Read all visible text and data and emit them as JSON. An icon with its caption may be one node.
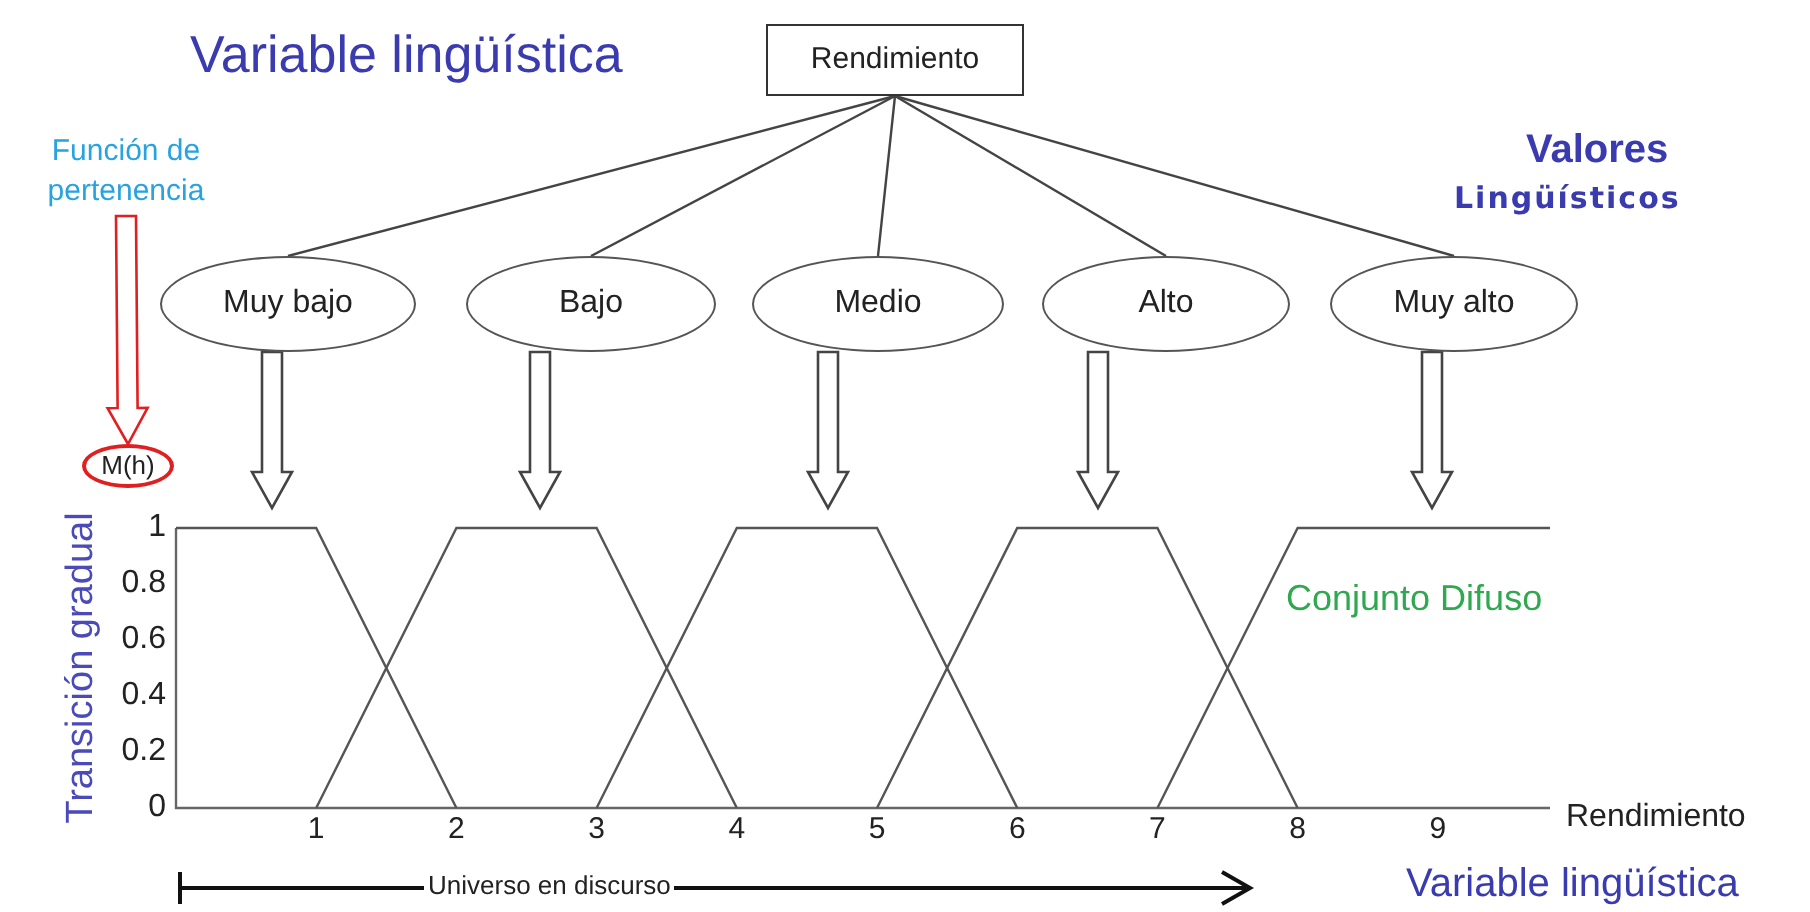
{
  "diagram": {
    "nodes": [
      {
        "text": [
          "Rendimiento"
        ]
      },
      {
        "text": [
          "Muy bajo"
        ]
      },
      {
        "text": [
          "Bajo"
        ]
      },
      {
        "text": [
          "Medio"
        ]
      },
      {
        "text": [
          "Alto"
        ]
      },
      {
        "text": [
          "Muy alto"
        ]
      },
      {
        "text": [
          "Función de pertenencia"
        ]
      },
      {
        "text": [
          "M(h)"
        ]
      }
    ],
    "edges": [
      {
        "from": 0,
        "to": 1,
        "arrow": "none"
      },
      {
        "from": 0,
        "to": 2,
        "arrow": "none"
      },
      {
        "from": 0,
        "to": 3,
        "arrow": "none"
      },
      {
        "from": 0,
        "to": 4,
        "arrow": "none"
      },
      {
        "from": 0,
        "to": 5,
        "arrow": "none"
      },
      {
        "from": 1,
        "to": null,
        "arrow": "to",
        "style": "thick"
      },
      {
        "from": 2,
        "to": null,
        "arrow": "to",
        "style": "thick"
      },
      {
        "from": 3,
        "to": null,
        "arrow": "to",
        "style": "thick"
      },
      {
        "from": 4,
        "to": null,
        "arrow": "to",
        "style": "thick"
      },
      {
        "from": 5,
        "to": null,
        "arrow": "to",
        "style": "thick"
      },
      {
        "from": 6,
        "to": 7,
        "arrow": "to",
        "style": "thick",
        "color": "#e02020"
      }
    ],
    "labels": [
      "Variable lingüística",
      "Valores",
      "Lingüísticos",
      "Conjunto Difuso",
      "Universo en discurso",
      "Variable lingüística"
    ],
    "chart_data": {
      "type": "line",
      "xlabel": "Rendimiento",
      "ylabel": "Transición gradual",
      "x": [
        0,
        1,
        2,
        3,
        4,
        5,
        6,
        7,
        8,
        9.8
      ],
      "series": [
        {
          "color": "#555555",
          "values": [
            1,
            1,
            0,
            null,
            null,
            null,
            null,
            null,
            null,
            null
          ]
        },
        {
          "color": "#555555",
          "values": [
            null,
            0,
            1,
            1,
            0,
            null,
            null,
            null,
            null,
            null
          ]
        },
        {
          "color": "#555555",
          "values": [
            null,
            null,
            null,
            0,
            1,
            1,
            0,
            null,
            null,
            null
          ]
        },
        {
          "color": "#555555",
          "values": [
            null,
            null,
            null,
            null,
            null,
            0,
            1,
            1,
            0,
            null
          ]
        },
        {
          "color": "#555555",
          "values": [
            null,
            null,
            null,
            null,
            null,
            null,
            null,
            0,
            1,
            1
          ]
        }
      ],
      "xlim": [
        0,
        9.8
      ],
      "ylim": [
        0,
        1
      ],
      "xticks": [
        1,
        2,
        3,
        4,
        5,
        6,
        7,
        8,
        9
      ],
      "yticks": [
        0,
        0.2,
        0.4,
        0.6,
        0.8,
        1
      ]
    }
  }
}
